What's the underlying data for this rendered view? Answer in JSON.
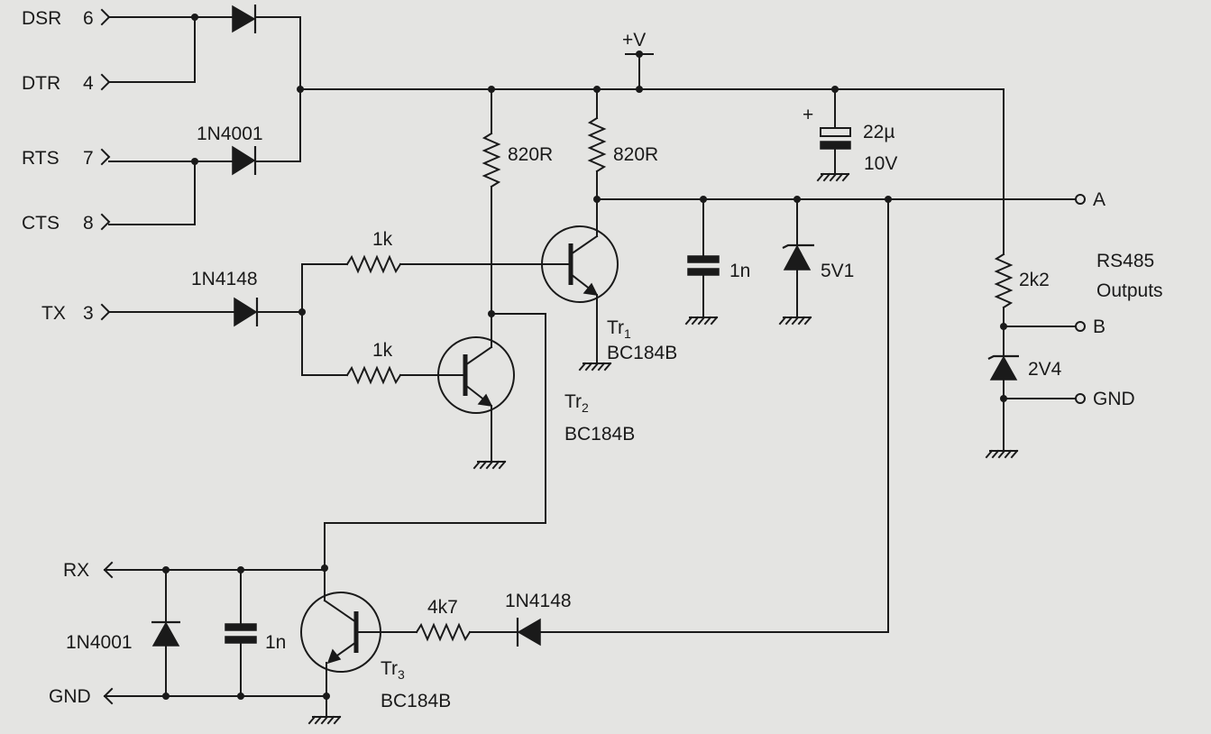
{
  "serial_inputs": [
    {
      "name": "DSR",
      "pin": "6"
    },
    {
      "name": "DTR",
      "pin": "4"
    },
    {
      "name": "RTS",
      "pin": "7"
    },
    {
      "name": "CTS",
      "pin": "8"
    },
    {
      "name": "TX",
      "pin": "3"
    }
  ],
  "outputs": {
    "rx": "RX",
    "gnd_left": "GND",
    "a": "A",
    "b": "B",
    "gnd_right": "GND"
  },
  "supply": "+V",
  "caption": {
    "line1": "RS485",
    "line2": "Outputs"
  },
  "components": {
    "d_top_label": "1N4001",
    "d_tx_label": "1N4148",
    "r1": "820R",
    "r2": "820R",
    "r_base1": "1k",
    "r_base2": "1k",
    "cap_elec_value": "22µ",
    "cap_elec_voltage": "10V",
    "cap_elec_plus": "+",
    "cap_a": "1n",
    "zener_a": "5V1",
    "r_b": "2k2",
    "zener_b": "2V4",
    "tr1_name": "Tr",
    "tr1_sub": "1",
    "tr1_type": "BC184B",
    "tr2_name": "Tr",
    "tr2_sub": "2",
    "tr2_type": "BC184B",
    "tr3_name": "Tr",
    "tr3_sub": "3",
    "tr3_type": "BC184B",
    "r_rx": "4k7",
    "d_rx_label": "1N4148",
    "d_rx_clamp_label": "1N4001",
    "cap_rx": "1n"
  }
}
